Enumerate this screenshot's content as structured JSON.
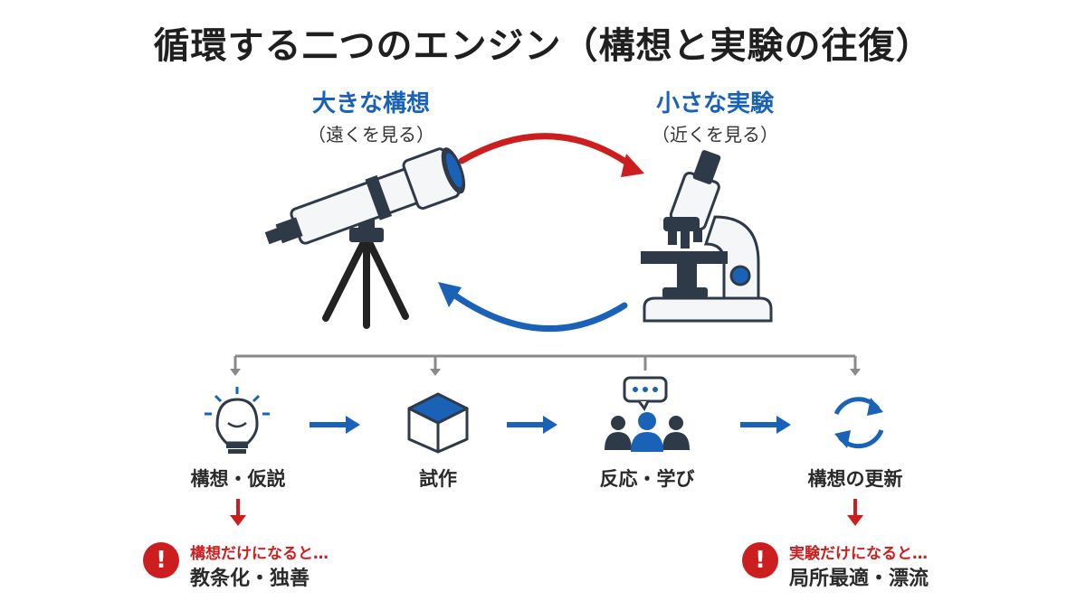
{
  "title": "循環する二つのエンジン（構想と実験の往復）",
  "left": {
    "label": "大きな構想",
    "sub": "（遠くを見る）",
    "icon": "telescope-icon"
  },
  "right": {
    "label": "小さな実験",
    "sub": "（近くを見る）",
    "icon": "microscope-icon"
  },
  "steps": [
    {
      "label": "構想・仮説",
      "icon": "lightbulb-icon"
    },
    {
      "label": "試作",
      "icon": "cube-icon"
    },
    {
      "label": "反応・学び",
      "icon": "people-feedback-icon"
    },
    {
      "label": "構想の更新",
      "icon": "refresh-cycle-icon"
    }
  ],
  "warnings": [
    {
      "caption": "構想だけになると…",
      "result": "教条化・独善"
    },
    {
      "caption": "実験だけになると…",
      "result": "局所最適・漂流"
    }
  ],
  "warning_mark": "!",
  "colors": {
    "red": "#cc1e1e",
    "blue": "#1a62b8",
    "gray": "#8a8a8a",
    "dark": "#2f3a48"
  }
}
